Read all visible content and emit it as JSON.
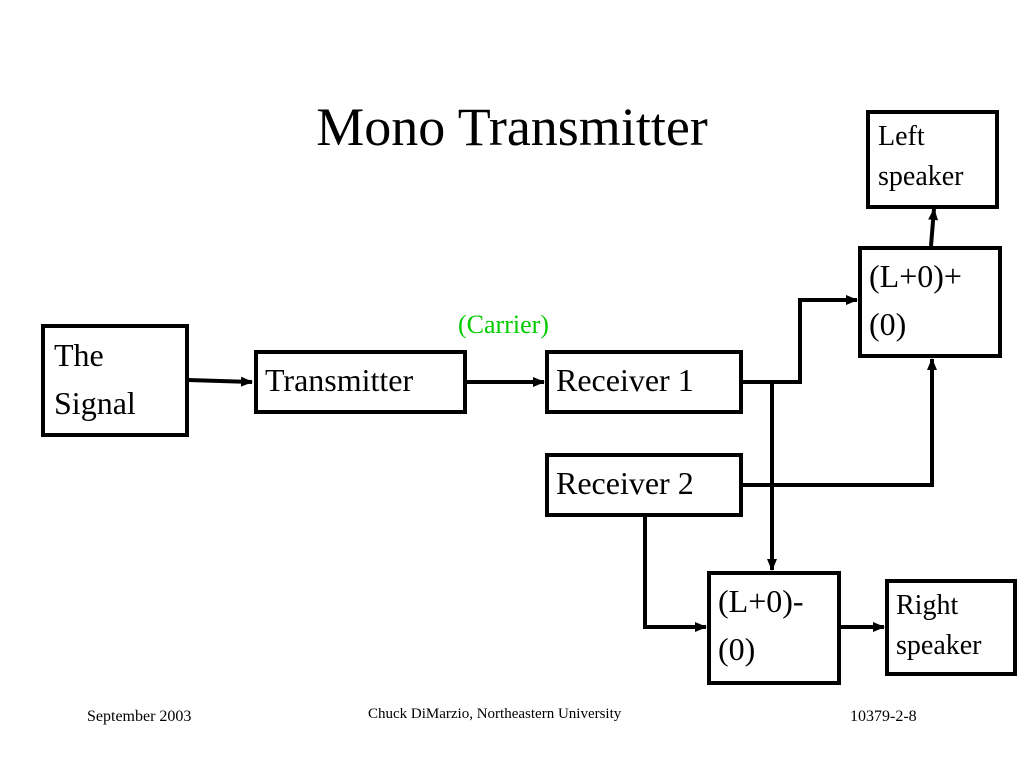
{
  "title": "Mono Transmitter",
  "carrier_label": "(Carrier)",
  "colors": {
    "carrier": "#00cc00",
    "line": "#000000"
  },
  "blocks": {
    "signal": [
      "The",
      "Signal"
    ],
    "transmitter": "Transmitter",
    "receiver1": "Receiver 1",
    "receiver2": "Receiver 2",
    "sum": [
      "(L+0)+",
      "(0)"
    ],
    "diff": [
      "(L+0)-",
      "(0)"
    ],
    "left_speaker": [
      "Left",
      "speaker"
    ],
    "right_speaker": [
      "Right",
      "speaker"
    ]
  },
  "footer": {
    "date": "September 2003",
    "author": "Chuck DiMarzio, Northeastern University",
    "slide_id": "10379-2-8"
  }
}
